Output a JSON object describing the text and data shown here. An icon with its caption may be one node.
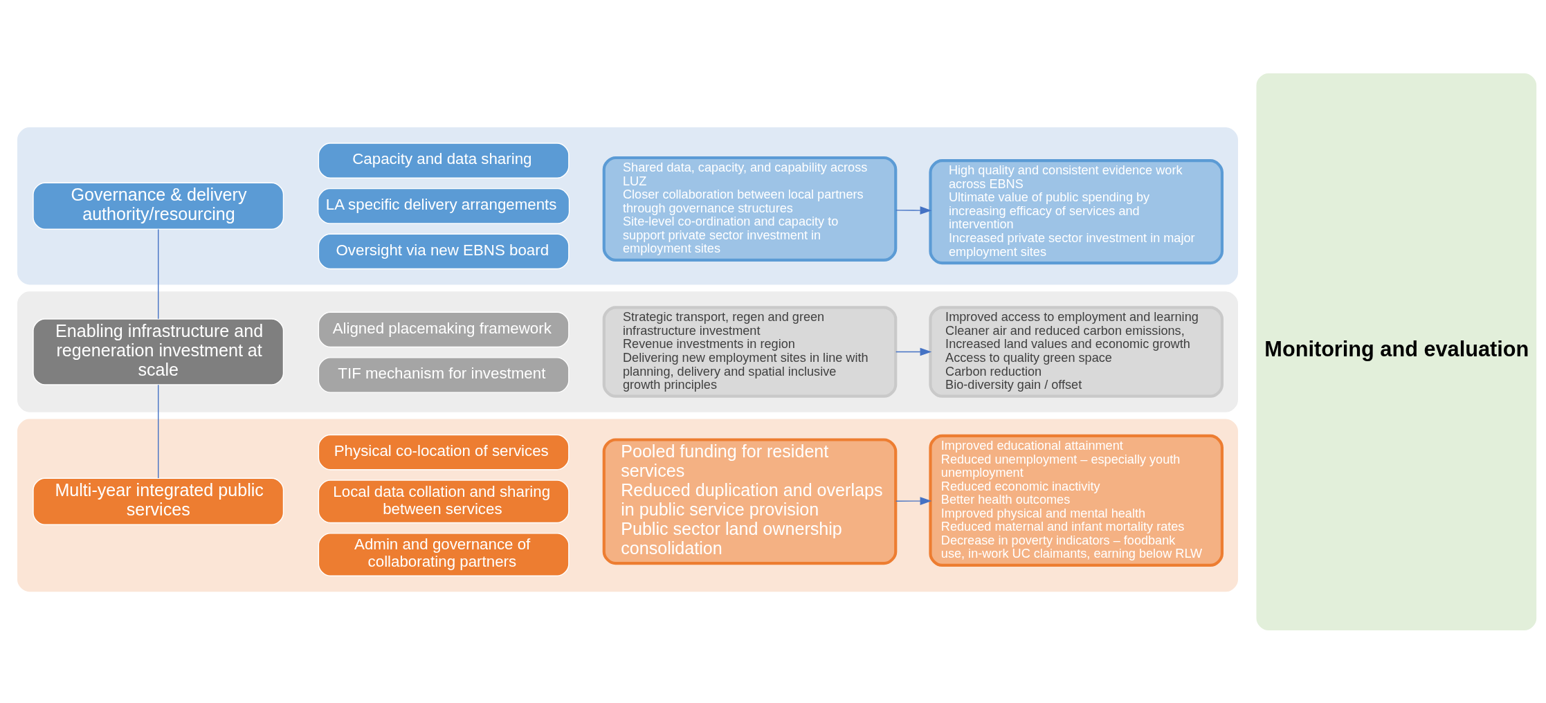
{
  "diagram": {
    "nodes": [
      {
        "text": [],
        "shape": "box"
      },
      {
        "text": [
          "Governance & delivery authority/resourcing"
        ],
        "in": 0
      },
      {
        "text": [
          "Oversight via new EBNS board"
        ],
        "in": 0
      },
      {
        "text": [
          "LA specific delivery arrangements"
        ],
        "in": 0
      },
      {
        "text": [
          "Capacity and data sharing"
        ],
        "in": 0
      },
      {
        "text": [
          "Shared data, capacity, and capability across LUZ",
          "Closer collaboration between local partners through governance structures",
          "Site-level co-ordination and capacity to support private sector investment in employment sites"
        ],
        "in": 0
      },
      {
        "text": [
          "High quality and consistent evidence work across EBNS",
          "Ultimate value of public spending by increasing efficacy of services and intervention",
          "Increased private sector investment in major employment sites"
        ],
        "in": 0
      },
      {
        "text": [],
        "shape": "box"
      },
      {
        "text": [
          "Enabling infrastructure and regeneration investment at scale"
        ],
        "in": 7
      },
      {
        "text": [
          "TIF mechanism for investment"
        ],
        "in": 7
      },
      {
        "text": [
          "Aligned placemaking framework"
        ],
        "in": 7
      },
      {
        "text": [
          "Strategic transport, regen and green infrastructure investment",
          "Revenue investments in region",
          "Delivering new employment sites in line with planning, delivery and spatial inclusive growth principles"
        ],
        "in": 7
      },
      {
        "text": [
          "Improved access to employment and learning",
          "Cleaner air and reduced carbon emissions,",
          "Increased land values and economic growth",
          "Access to quality green space",
          "Carbon reduction",
          "Bio-diversity gain / offset"
        ],
        "in": 7
      },
      {
        "text": [],
        "shape": "box"
      },
      {
        "text": [
          "Multi-year integrated public services"
        ],
        "in": 13
      },
      {
        "text": [
          "Admin and governance of collaborating partners"
        ],
        "in": 13
      },
      {
        "text": [
          "Local data collation and sharing between services"
        ],
        "in": 13
      },
      {
        "text": [
          "Physical co-location of services"
        ],
        "in": 13
      },
      {
        "text": [
          "Pooled funding for resident services",
          "Reduced duplication and overlaps in public service provision",
          "Public sector land ownership consolidation"
        ],
        "in": 13
      },
      {
        "text": [
          "Improved educational attainment",
          "Reduced unemployment – especially youth unemployment",
          "Reduced economic inactivity",
          "Better health outcomes",
          "Improved physical and mental health",
          "Reduced maternal and infant mortality rates",
          "Decrease in poverty indicators – foodbank use, in-work UC claimants, earning below RLW"
        ],
        "in": 13
      },
      {
        "text": [
          "Monitoring and evaluation"
        ]
      }
    ],
    "edges": [
      {
        "from": 5,
        "to": 6,
        "arrow": "to"
      },
      {
        "from": 11,
        "to": 12,
        "arrow": "to"
      },
      {
        "from": 18,
        "to": 19,
        "arrow": "to"
      },
      {
        "from": 1,
        "to": 8,
        "arrow": "none"
      },
      {
        "from": 8,
        "to": 14,
        "arrow": "none"
      }
    ]
  }
}
